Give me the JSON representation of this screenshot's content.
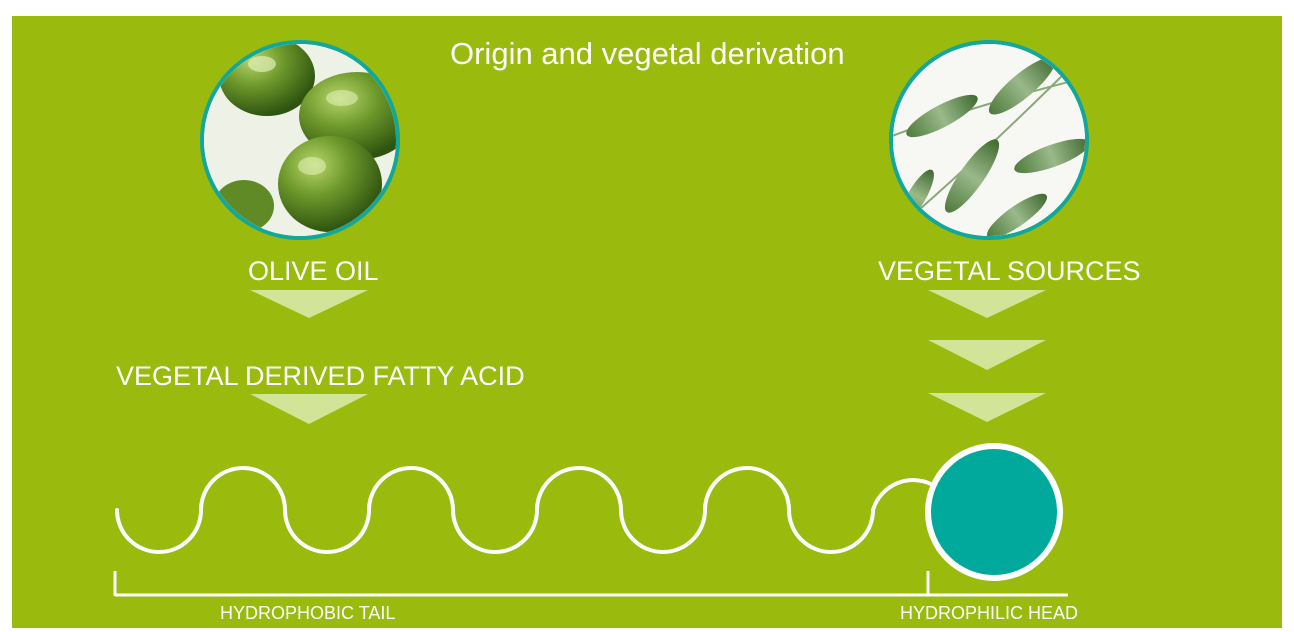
{
  "title": "Origin and vegetal derivation",
  "sources": {
    "olive": {
      "label": "OLIVE OIL",
      "image": "green-olives-photo"
    },
    "vegetal": {
      "label": "VEGETAL SOURCES",
      "image": "oat-grass-photo"
    }
  },
  "intermediate": {
    "label": "VEGETAL DERIVED FATTY ACID"
  },
  "molecule": {
    "tail_label": "HYDROPHOBIC TAIL",
    "head_label": "HYDROPHILIC HEAD"
  },
  "colors": {
    "background": "#9aba0e",
    "arrow": "#d1e498",
    "circle_ring": "#11a79a",
    "head_fill": "#00a99b",
    "line": "#ffffff"
  }
}
